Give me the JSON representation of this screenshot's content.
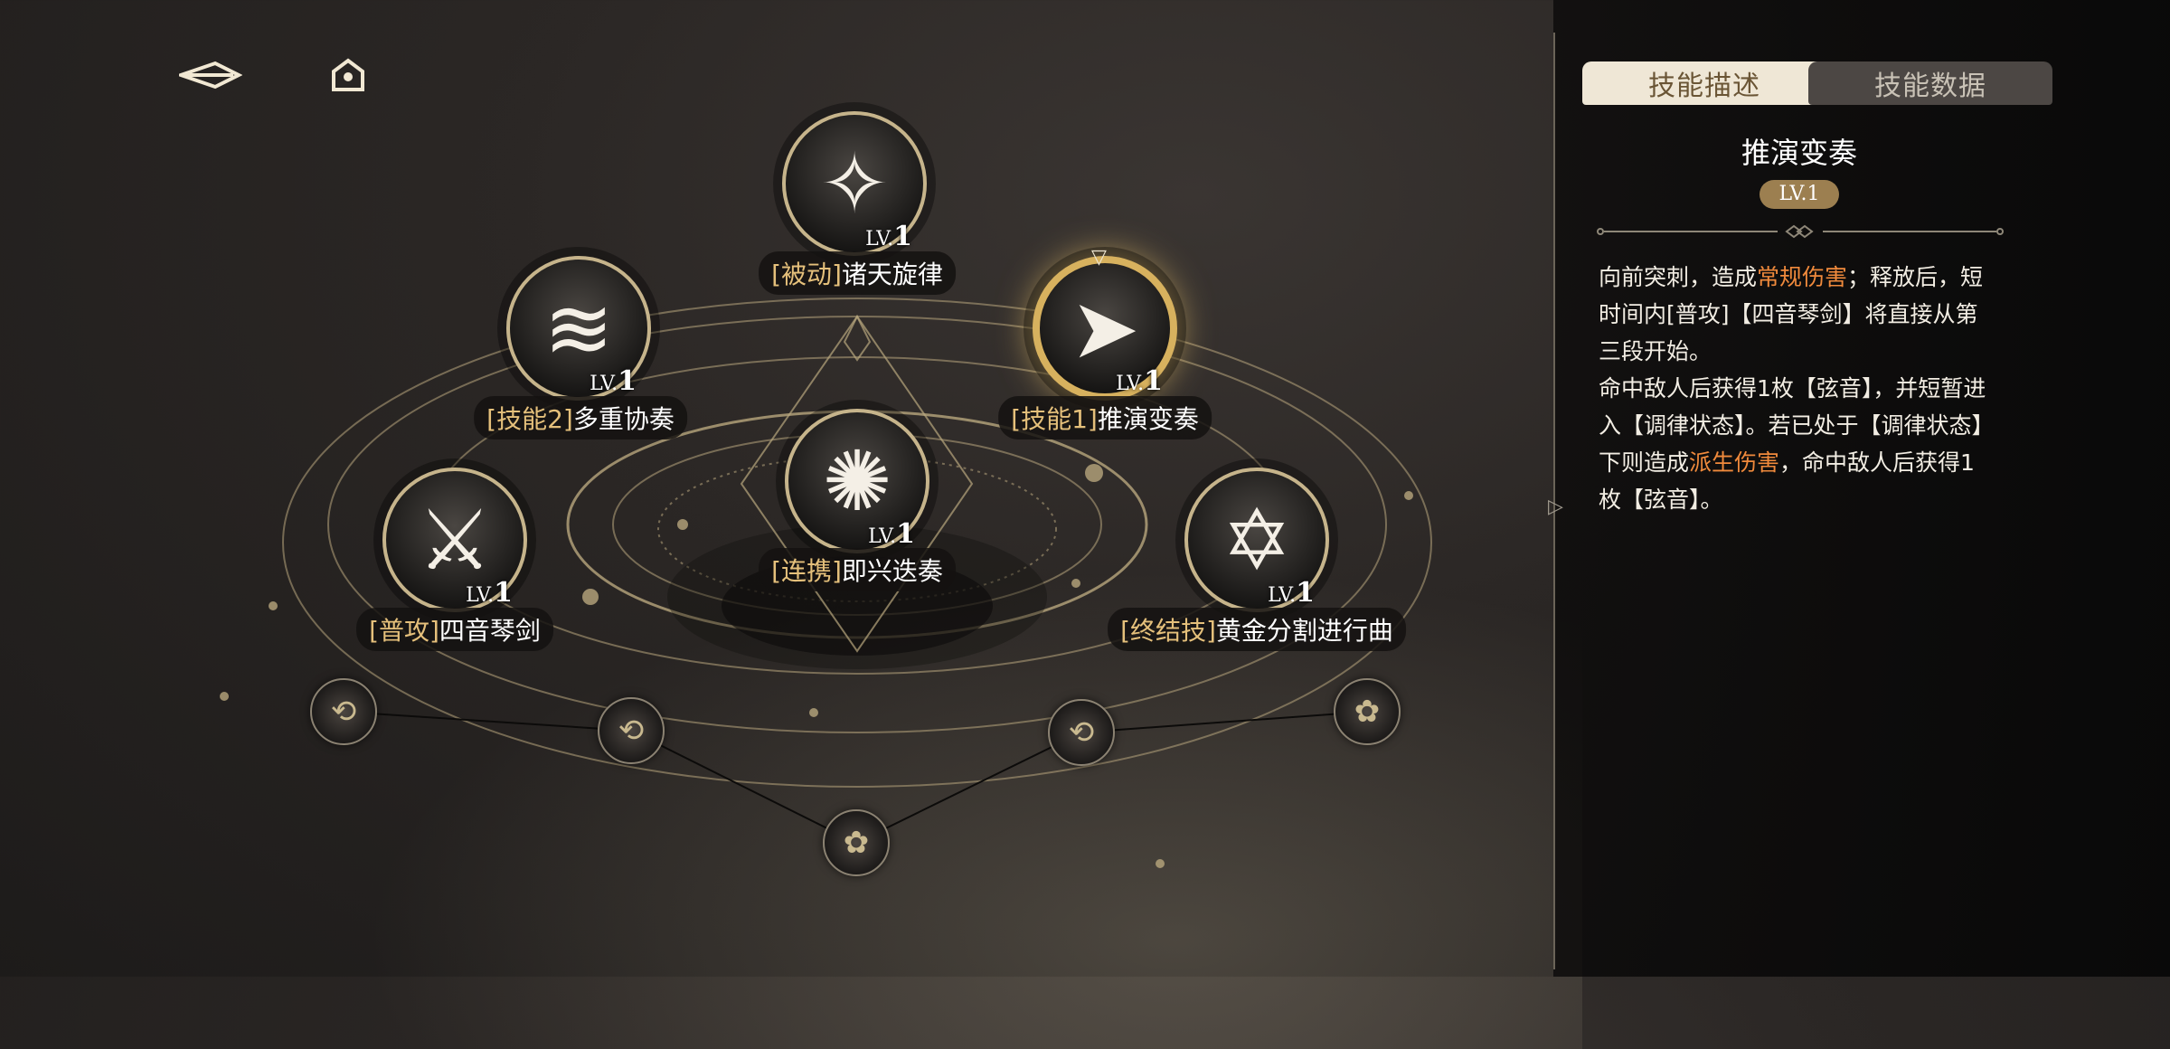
{
  "top_bar": {
    "back_icon": "back-arrow-icon",
    "home_icon": "home-icon"
  },
  "skills": [
    {
      "id": "passive",
      "tag": "[被动]",
      "name": "诸天旋律",
      "lv_prefix": "LV.",
      "lv_num": "1",
      "icon": "feather-bird-icon",
      "active": false
    },
    {
      "id": "skill2",
      "tag": "[技能2]",
      "name": "多重协奏",
      "lv_prefix": "LV.",
      "lv_num": "1",
      "icon": "slash-wing-icon",
      "active": false
    },
    {
      "id": "skill1",
      "tag": "[技能1]",
      "name": "推演变奏",
      "lv_prefix": "LV.",
      "lv_num": "1",
      "icon": "thrust-burst-icon",
      "active": true
    },
    {
      "id": "combo",
      "tag": "[连携]",
      "name": "即兴迭奏",
      "lv_prefix": "LV.",
      "lv_num": "1",
      "icon": "vortex-icon",
      "active": false
    },
    {
      "id": "basic",
      "tag": "[普攻]",
      "name": "四音琴剑",
      "lv_prefix": "LV.",
      "lv_num": "1",
      "icon": "harp-sword-icon",
      "active": false
    },
    {
      "id": "ultimate",
      "tag": "[终结技]",
      "name": "黄金分割进行曲",
      "lv_prefix": "LV.",
      "lv_num": "1",
      "icon": "golden-triangle-icon",
      "active": false
    }
  ],
  "nodes": [
    "node-rotate-icon",
    "node-rotate-icon",
    "node-flower-icon",
    "node-rotate-icon",
    "node-flower-icon"
  ],
  "panel": {
    "tabs": {
      "description": "技能描述",
      "data": "技能数据"
    },
    "title": "推演变奏",
    "level": "LV.1",
    "desc": {
      "p1": "向前突刺，造成",
      "h1": "常规伤害",
      "p2": "；释放后，短时间内[普攻]【四音琴剑】将直接从第三段开始。",
      "p3": "命中敌人后获得1枚【弦音】，并短暂进入【调律状态】。若已处于【调律状态】下则造成",
      "h2": "派生伤害",
      "p4": "，命中敌人后获得1枚【弦音】。"
    }
  },
  "colors": {
    "accent_gold": "#d7b15e",
    "highlight_orange": "#f08a3c",
    "tab_active": "#efe7d6"
  }
}
